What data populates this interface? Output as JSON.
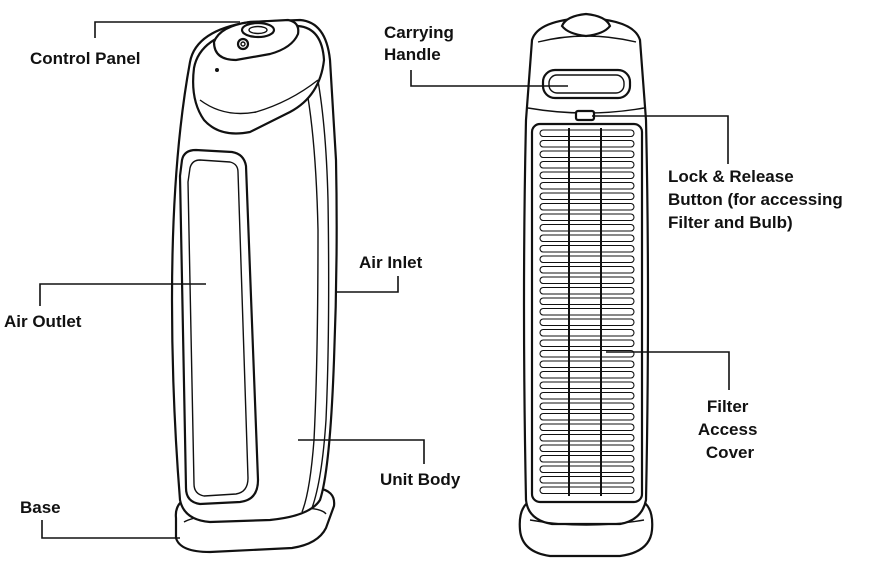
{
  "labels": {
    "control_panel": "Control Panel",
    "air_outlet": "Air Outlet",
    "air_inlet": "Air Inlet",
    "unit_body": "Unit Body",
    "base": "Base",
    "carrying_handle": [
      "Carrying",
      "Handle"
    ],
    "lock_release": [
      "Lock & Release",
      "Button (for accessing",
      "Filter and Bulb)"
    ],
    "filter_access_cover": [
      "Filter",
      "Access",
      "Cover"
    ]
  },
  "colors": {
    "line": "#111111",
    "background": "#ffffff"
  }
}
